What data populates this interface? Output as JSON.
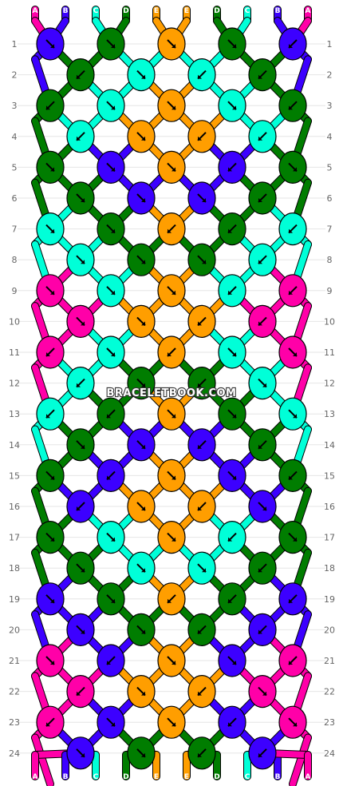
{
  "colors": {
    "A": "#ff00a8",
    "B": "#3c00ff",
    "C": "#00ffd8",
    "D": "#007d00",
    "E": "#ff9e00"
  },
  "strands_top": [
    "A",
    "B",
    "C",
    "D",
    "E",
    "E",
    "D",
    "C",
    "B",
    "A"
  ],
  "strands_bottom": [
    "A",
    "B",
    "C",
    "D",
    "E",
    "E",
    "D",
    "C",
    "B",
    "A"
  ],
  "row_labels": [
    "1",
    "2",
    "3",
    "4",
    "5",
    "6",
    "7",
    "8",
    "9",
    "10",
    "11",
    "12",
    "13",
    "14",
    "15",
    "16",
    "17",
    "18",
    "19",
    "20",
    "21",
    "22",
    "23",
    "24"
  ],
  "watermark": "BRACELETBOOK.COM",
  "knots": [
    [
      "B",
      "D",
      "E",
      "D",
      "B"
    ],
    [
      "D",
      "C",
      "C",
      "D"
    ],
    [
      "D",
      "C",
      "E",
      "C",
      "D"
    ],
    [
      "C",
      "E",
      "E",
      "C"
    ],
    [
      "D",
      "B",
      "E",
      "B",
      "D"
    ],
    [
      "D",
      "B",
      "B",
      "D"
    ],
    [
      "C",
      "D",
      "E",
      "D",
      "C"
    ],
    [
      "C",
      "D",
      "D",
      "C"
    ],
    [
      "A",
      "C",
      "E",
      "C",
      "A"
    ],
    [
      "A",
      "E",
      "E",
      "A"
    ],
    [
      "A",
      "C",
      "E",
      "C",
      "A"
    ],
    [
      "C",
      "D",
      "D",
      "C"
    ],
    [
      "C",
      "D",
      "E",
      "D",
      "C"
    ],
    [
      "D",
      "B",
      "B",
      "D"
    ],
    [
      "D",
      "B",
      "E",
      "B",
      "D"
    ],
    [
      "B",
      "E",
      "E",
      "B"
    ],
    [
      "D",
      "C",
      "E",
      "C",
      "D"
    ],
    [
      "D",
      "C",
      "C",
      "D"
    ],
    [
      "B",
      "D",
      "E",
      "D",
      "B"
    ],
    [
      "B",
      "D",
      "D",
      "B"
    ],
    [
      "A",
      "B",
      "E",
      "B",
      "A"
    ],
    [
      "A",
      "E",
      "E",
      "A"
    ],
    [
      "A",
      "B",
      "E",
      "B",
      "A"
    ],
    [
      "B",
      "D",
      "D",
      "B"
    ]
  ],
  "arrows": [
    [
      "se",
      "se",
      "se",
      "se",
      "sw"
    ],
    [
      "sw",
      "se",
      "sw",
      "sw"
    ],
    [
      "sw",
      "se",
      "se",
      "se",
      "sw"
    ],
    [
      "sw",
      "se",
      "sw",
      "sw"
    ],
    [
      "se",
      "se",
      "se",
      "sw",
      "se"
    ],
    [
      "se",
      "se",
      "se",
      "sw"
    ],
    [
      "se",
      "se",
      "sw",
      "sw",
      "sw"
    ],
    [
      "se",
      "se",
      "se",
      "sw"
    ],
    [
      "se",
      "se",
      "se",
      "sw",
      "sw"
    ],
    [
      "se",
      "se",
      "sw",
      "sw"
    ],
    [
      "sw",
      "se",
      "sw",
      "se",
      "se"
    ],
    [
      "sw",
      "se",
      "sw",
      "se"
    ],
    [
      "sw",
      "sw",
      "se",
      "se",
      "se"
    ],
    [
      "se",
      "se",
      "sw",
      "sw"
    ],
    [
      "se",
      "sw",
      "se",
      "se",
      "sw"
    ],
    [
      "sw",
      "se",
      "sw",
      "se"
    ],
    [
      "se",
      "se",
      "se",
      "sw",
      "se"
    ],
    [
      "se",
      "se",
      "se",
      "sw"
    ],
    [
      "se",
      "se",
      "sw",
      "sw",
      "sw"
    ],
    [
      "se",
      "se",
      "sw",
      "sw"
    ],
    [
      "se",
      "sw",
      "se",
      "se",
      "sw"
    ],
    [
      "sw",
      "se",
      "sw",
      "se"
    ],
    [
      "sw",
      "se",
      "se",
      "sw",
      "se"
    ],
    [
      "se",
      "se",
      "sw",
      "sw"
    ]
  ]
}
